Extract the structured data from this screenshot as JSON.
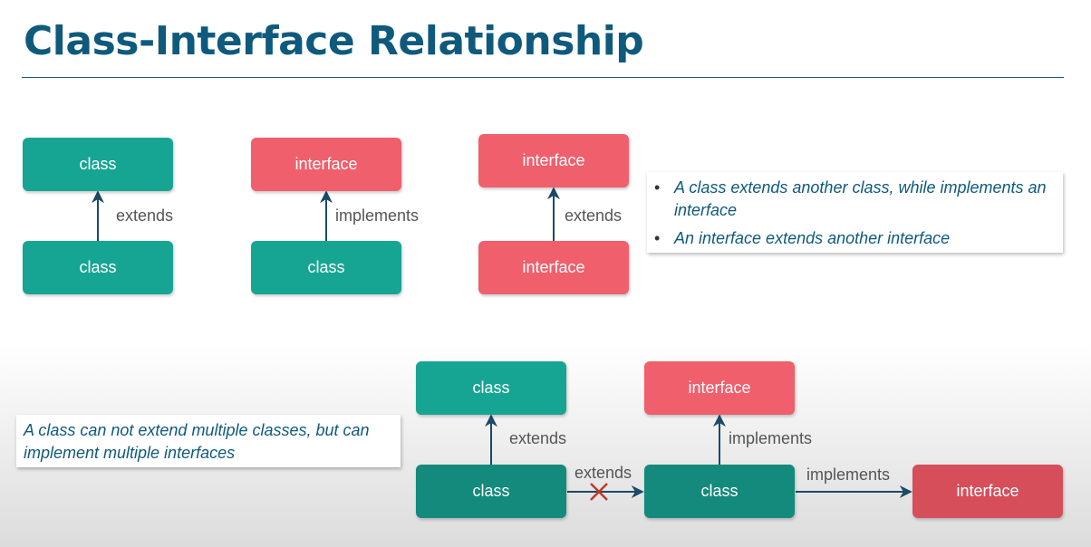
{
  "title": "Class-Interface Relationship",
  "colors": {
    "class": "#17a593",
    "interface": "#ef5f6c",
    "title": "#0f5a7c",
    "arrow": "#1a4a66",
    "cross": "#c0392b"
  },
  "top": {
    "pair1": {
      "top_box": "class",
      "bottom_box": "class",
      "relation": "extends"
    },
    "pair2": {
      "top_box": "interface",
      "bottom_box": "class",
      "relation": "implements"
    },
    "pair3": {
      "top_box": "interface",
      "bottom_box": "interface",
      "relation": "extends"
    }
  },
  "notes": {
    "top": [
      "A class extends another class, while implements an interface",
      "An interface extends another interface"
    ],
    "bottom": "A class can not extend multiple classes, but can implement multiple interfaces"
  },
  "bottom": {
    "parent_class": "class",
    "parent_interface": "interface",
    "child_class": "class",
    "middle_class": "class",
    "right_interface": "interface",
    "rel_child_parent": "extends",
    "rel_child_middle": "extends",
    "rel_middle_interface_up": "implements",
    "rel_middle_interface_right": "implements"
  }
}
